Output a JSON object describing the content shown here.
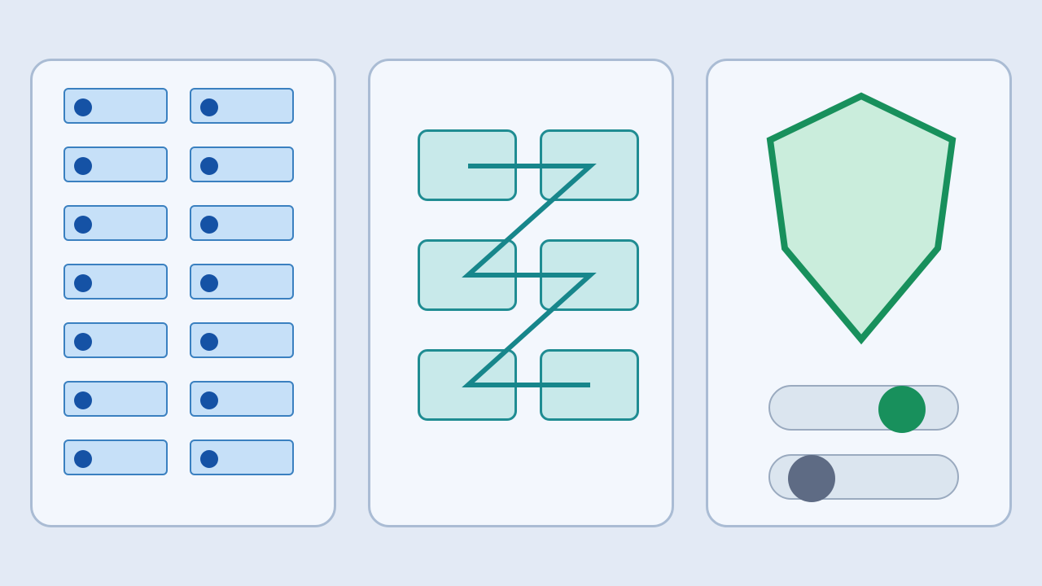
{
  "colors": {
    "background": "#e3eaf5",
    "panel_fill": "#f3f7fd",
    "panel_border": "#aabcd4",
    "rack_fill": "#c6e0f8",
    "rack_border": "#3a80c0",
    "rack_led": "#1552a5",
    "flow_fill": "#c8e9ea",
    "flow_border": "#1f8c92",
    "flow_path": "#17868b",
    "shield_fill": "#caeddc",
    "shield_border": "#18905c",
    "toggle_track": "#dbe5ef",
    "toggle_border": "#9aaabf",
    "toggle_on_knob": "#18905c",
    "toggle_off_knob": "#5e6b84"
  },
  "servers": {
    "columns": 2,
    "rows": 7,
    "units": [
      {
        "icon": "status-led-icon"
      },
      {
        "icon": "status-led-icon"
      },
      {
        "icon": "status-led-icon"
      },
      {
        "icon": "status-led-icon"
      },
      {
        "icon": "status-led-icon"
      },
      {
        "icon": "status-led-icon"
      },
      {
        "icon": "status-led-icon"
      },
      {
        "icon": "status-led-icon"
      },
      {
        "icon": "status-led-icon"
      },
      {
        "icon": "status-led-icon"
      },
      {
        "icon": "status-led-icon"
      },
      {
        "icon": "status-led-icon"
      },
      {
        "icon": "status-led-icon"
      },
      {
        "icon": "status-led-icon"
      }
    ]
  },
  "flow": {
    "columns": 2,
    "rows": 3,
    "path_shape": "zigzag"
  },
  "security": {
    "icon": "shield-icon",
    "toggles": [
      {
        "state": "on"
      },
      {
        "state": "off"
      }
    ]
  }
}
